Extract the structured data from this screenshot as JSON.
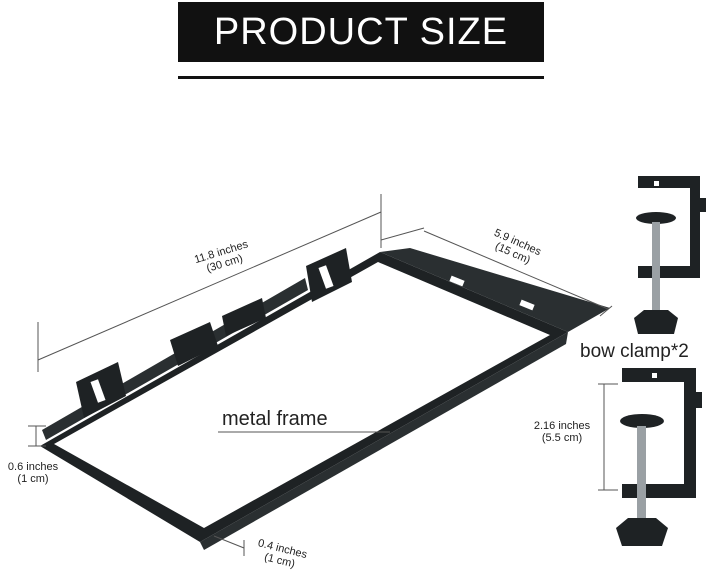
{
  "header": {
    "title": "PRODUCT SIZE"
  },
  "tray": {
    "label": "metal frame",
    "length_inches": "11.8 inches",
    "length_cm": "(30 cm)",
    "width_inches": "5.9 inches",
    "width_cm": "(15 cm)",
    "height_inches": "0.6 inches",
    "height_cm": "(1 cm)",
    "lip_inches": "0.4 inches",
    "lip_cm": "(1 cm)"
  },
  "clamp": {
    "label": "bow clamp*2",
    "opening_inches": "2.16 inches",
    "opening_cm": "(5.5 cm)"
  },
  "colors": {
    "banner": "#111111",
    "metal": "#1e2224",
    "thread": "#9aa0a4"
  }
}
